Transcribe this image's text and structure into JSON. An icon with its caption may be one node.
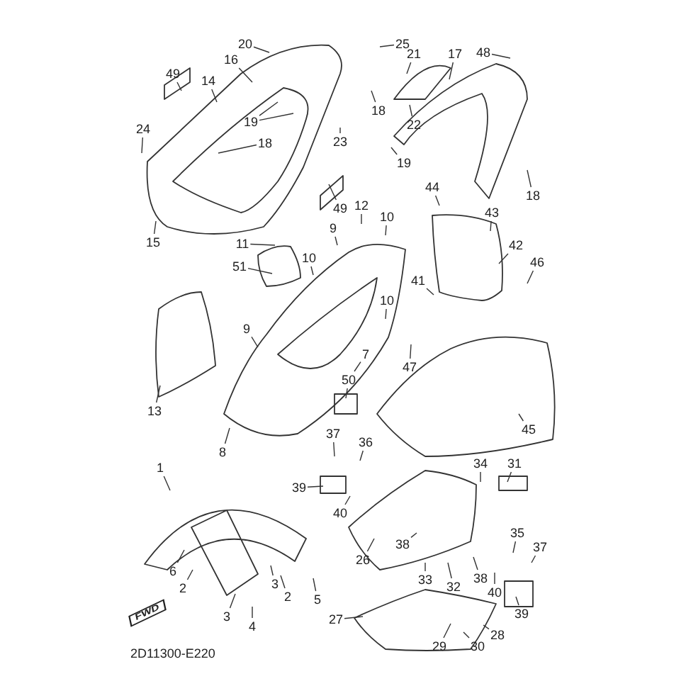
{
  "diagram": {
    "nodes": [
      {
        "text": [
          "20"
        ]
      },
      {
        "text": [
          "25"
        ]
      },
      {
        "text": [
          "16"
        ]
      },
      {
        "text": [
          "21"
        ]
      },
      {
        "text": [
          "17"
        ]
      },
      {
        "text": [
          "48"
        ]
      },
      {
        "text": [
          "49"
        ]
      },
      {
        "text": [
          "14"
        ]
      },
      {
        "text": [
          "19"
        ]
      },
      {
        "text": [
          "18"
        ]
      },
      {
        "text": [
          "22"
        ]
      },
      {
        "text": [
          "24"
        ]
      },
      {
        "text": [
          "18"
        ]
      },
      {
        "text": [
          "23"
        ]
      },
      {
        "text": [
          "19"
        ]
      },
      {
        "text": [
          "18"
        ]
      },
      {
        "text": [
          "44"
        ]
      },
      {
        "text": [
          "49"
        ]
      },
      {
        "text": [
          "12"
        ]
      },
      {
        "text": [
          "10"
        ]
      },
      {
        "text": [
          "43"
        ]
      },
      {
        "text": [
          "9"
        ]
      },
      {
        "text": [
          "15"
        ]
      },
      {
        "text": [
          "11"
        ]
      },
      {
        "text": [
          "42"
        ]
      },
      {
        "text": [
          "46"
        ]
      },
      {
        "text": [
          "51"
        ]
      },
      {
        "text": [
          "10"
        ]
      },
      {
        "text": [
          "10"
        ]
      },
      {
        "text": [
          "41"
        ]
      },
      {
        "text": [
          "9"
        ]
      },
      {
        "text": [
          "7"
        ]
      },
      {
        "text": [
          "47"
        ]
      },
      {
        "text": [
          "50"
        ]
      },
      {
        "text": [
          "13"
        ]
      },
      {
        "text": [
          "8"
        ]
      },
      {
        "text": [
          "45"
        ]
      },
      {
        "text": [
          "37"
        ]
      },
      {
        "text": [
          "36"
        ]
      },
      {
        "text": [
          "34"
        ]
      },
      {
        "text": [
          "31"
        ]
      },
      {
        "text": [
          "1"
        ]
      },
      {
        "text": [
          "39"
        ]
      },
      {
        "text": [
          "40"
        ]
      },
      {
        "text": [
          "35"
        ]
      },
      {
        "text": [
          "37"
        ]
      },
      {
        "text": [
          "26"
        ]
      },
      {
        "text": [
          "38"
        ]
      },
      {
        "text": [
          "6"
        ]
      },
      {
        "text": [
          "33"
        ]
      },
      {
        "text": [
          "32"
        ]
      },
      {
        "text": [
          "38"
        ]
      },
      {
        "text": [
          "2"
        ]
      },
      {
        "text": [
          "3"
        ]
      },
      {
        "text": [
          "2"
        ]
      },
      {
        "text": [
          "40"
        ]
      },
      {
        "text": [
          "5"
        ]
      },
      {
        "text": [
          "3"
        ]
      },
      {
        "text": [
          "39"
        ]
      },
      {
        "text": [
          "27"
        ]
      },
      {
        "text": [
          "4"
        ]
      },
      {
        "text": [
          "28"
        ]
      },
      {
        "text": [
          "29"
        ]
      },
      {
        "text": [
          "30"
        ]
      }
    ],
    "edges": [
      {
        "from": 0,
        "to": null,
        "arrow": "none"
      },
      {
        "from": 1,
        "to": null,
        "arrow": "none"
      },
      {
        "from": 2,
        "to": null,
        "arrow": "none"
      },
      {
        "from": 3,
        "to": null,
        "arrow": "none"
      },
      {
        "from": 4,
        "to": null,
        "arrow": "none"
      },
      {
        "from": 5,
        "to": null,
        "arrow": "none"
      },
      {
        "from": 6,
        "to": null,
        "arrow": "none"
      },
      {
        "from": 7,
        "to": null,
        "arrow": "none"
      },
      {
        "from": 8,
        "to": null,
        "arrow": "none"
      },
      {
        "from": 8,
        "to": null,
        "arrow": "none"
      },
      {
        "from": 9,
        "to": null,
        "arrow": "none"
      },
      {
        "from": 10,
        "to": null,
        "arrow": "none"
      },
      {
        "from": 11,
        "to": null,
        "arrow": "none"
      },
      {
        "from": 12,
        "to": null,
        "arrow": "none"
      },
      {
        "from": 13,
        "to": null,
        "arrow": "none"
      },
      {
        "from": 14,
        "to": null,
        "arrow": "none"
      },
      {
        "from": 15,
        "to": null,
        "arrow": "none"
      },
      {
        "from": 16,
        "to": null,
        "arrow": "none"
      },
      {
        "from": 17,
        "to": null,
        "arrow": "none"
      },
      {
        "from": 18,
        "to": null,
        "arrow": "none"
      },
      {
        "from": 19,
        "to": null,
        "arrow": "none"
      },
      {
        "from": 20,
        "to": null,
        "arrow": "none"
      },
      {
        "from": 21,
        "to": null,
        "arrow": "none"
      },
      {
        "from": 22,
        "to": null,
        "arrow": "none"
      },
      {
        "from": 23,
        "to": null,
        "arrow": "none"
      },
      {
        "from": 24,
        "to": null,
        "arrow": "none"
      },
      {
        "from": 25,
        "to": null,
        "arrow": "none"
      },
      {
        "from": 26,
        "to": null,
        "arrow": "none"
      },
      {
        "from": 27,
        "to": null,
        "arrow": "none"
      },
      {
        "from": 28,
        "to": null,
        "arrow": "none"
      },
      {
        "from": 29,
        "to": null,
        "arrow": "none"
      },
      {
        "from": 30,
        "to": null,
        "arrow": "none"
      },
      {
        "from": 31,
        "to": null,
        "arrow": "none"
      },
      {
        "from": 32,
        "to": null,
        "arrow": "none"
      },
      {
        "from": 33,
        "to": null,
        "arrow": "none"
      },
      {
        "from": 34,
        "to": null,
        "arrow": "none"
      },
      {
        "from": 35,
        "to": null,
        "arrow": "none"
      },
      {
        "from": 36,
        "to": null,
        "arrow": "none"
      },
      {
        "from": 37,
        "to": null,
        "arrow": "none"
      },
      {
        "from": 38,
        "to": null,
        "arrow": "none"
      },
      {
        "from": 39,
        "to": null,
        "arrow": "none"
      },
      {
        "from": 40,
        "to": null,
        "arrow": "none"
      },
      {
        "from": 41,
        "to": null,
        "arrow": "none"
      },
      {
        "from": 42,
        "to": null,
        "arrow": "none"
      },
      {
        "from": 43,
        "to": null,
        "arrow": "none"
      },
      {
        "from": 44,
        "to": null,
        "arrow": "none"
      },
      {
        "from": 45,
        "to": null,
        "arrow": "none"
      },
      {
        "from": 46,
        "to": null,
        "arrow": "none"
      },
      {
        "from": 47,
        "to": null,
        "arrow": "none"
      },
      {
        "from": 48,
        "to": null,
        "arrow": "none"
      },
      {
        "from": 49,
        "to": null,
        "arrow": "none"
      },
      {
        "from": 50,
        "to": null,
        "arrow": "none"
      },
      {
        "from": 51,
        "to": null,
        "arrow": "none"
      },
      {
        "from": 52,
        "to": null,
        "arrow": "none"
      },
      {
        "from": 53,
        "to": null,
        "arrow": "none"
      },
      {
        "from": 54,
        "to": null,
        "arrow": "none"
      },
      {
        "from": 55,
        "to": null,
        "arrow": "none"
      },
      {
        "from": 56,
        "to": null,
        "arrow": "none"
      },
      {
        "from": 57,
        "to": null,
        "arrow": "none"
      },
      {
        "from": 58,
        "to": null,
        "arrow": "none"
      },
      {
        "from": 59,
        "to": null,
        "arrow": "none"
      },
      {
        "from": 60,
        "to": null,
        "arrow": "none"
      },
      {
        "from": 61,
        "to": null,
        "arrow": "none"
      },
      {
        "from": 62,
        "to": null,
        "arrow": "none"
      },
      {
        "from": 63,
        "to": null,
        "arrow": "none"
      }
    ],
    "labels": [
      "FWD",
      "2D11300-E220"
    ]
  }
}
